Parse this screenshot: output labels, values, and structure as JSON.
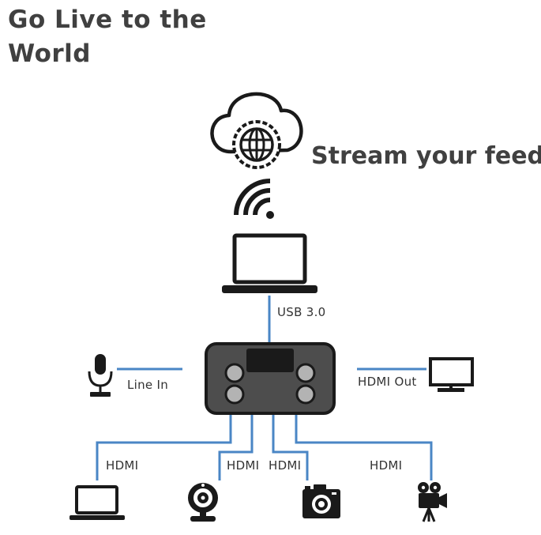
{
  "header": {
    "title": "Go Live to the World"
  },
  "stream": {
    "text": "Stream your feed"
  },
  "labels": {
    "usb": "USB 3.0",
    "line_in": "Line In",
    "hdmi_out": "HDMI Out",
    "hdmi_1": "HDMI",
    "hdmi_2": "HDMI",
    "hdmi_3": "HDMI",
    "hdmi_4": "HDMI"
  },
  "icons": {
    "cloud": "cloud-globe-icon",
    "wifi": "wifi-icon",
    "laptop": "laptop-icon",
    "device": "capture-device-icon",
    "mic": "microphone-icon",
    "monitor": "monitor-icon",
    "laptop_small": "laptop-icon",
    "webcam": "webcam-icon",
    "camera": "camera-icon",
    "video_camera": "video-camera-icon"
  },
  "colors": {
    "line": "#4a86c5",
    "icon": "#1a1a1a",
    "device_fill": "#4d4d4d"
  }
}
